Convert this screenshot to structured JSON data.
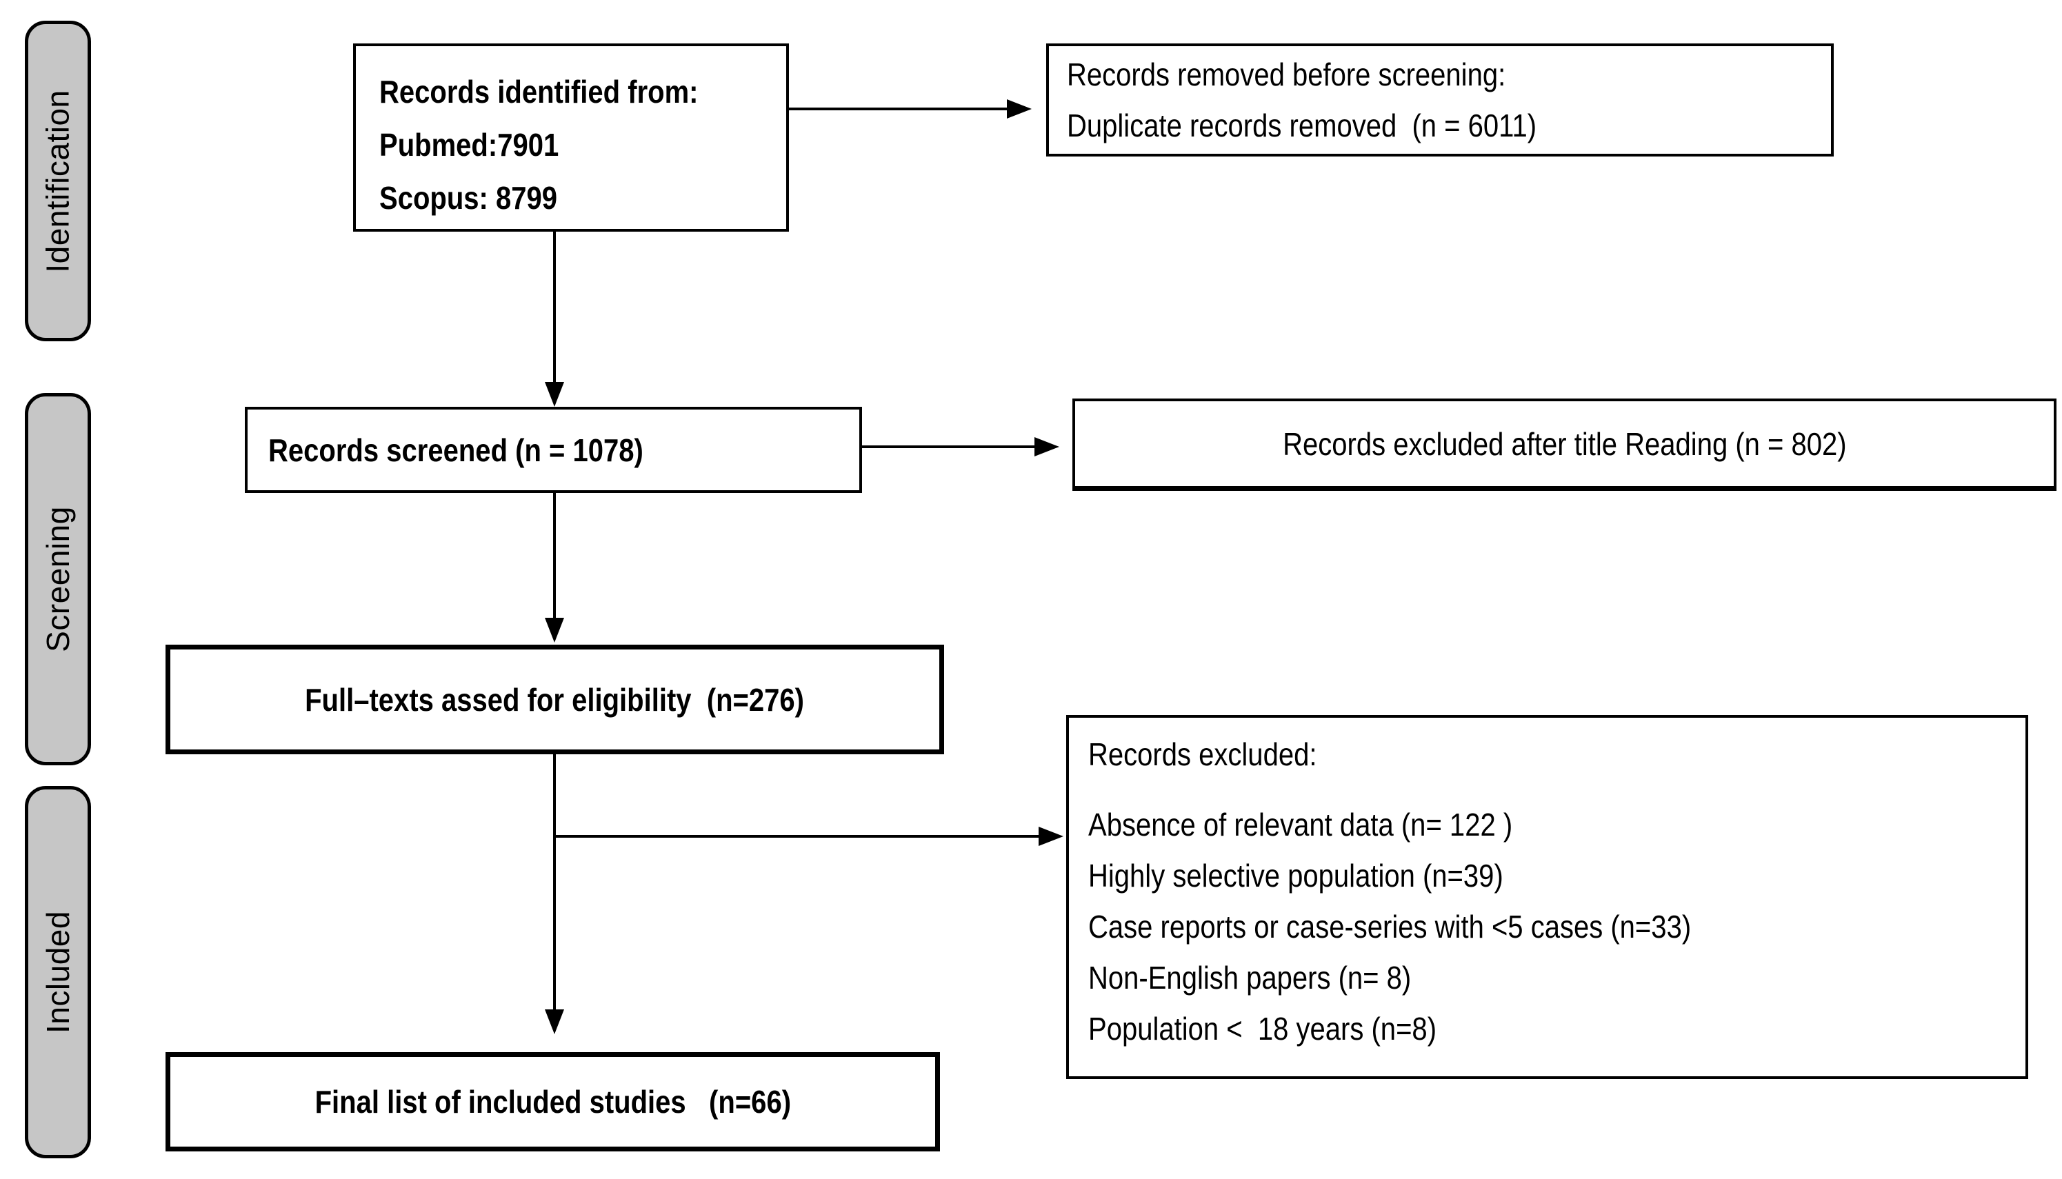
{
  "diagram": {
    "type": "prisma-flow",
    "stages": [
      {
        "label": "Identification"
      },
      {
        "label": "Screening"
      },
      {
        "label": "Included"
      }
    ],
    "boxes": {
      "identified": {
        "lines": [
          "Records identified from:",
          "Pubmed:7901",
          "Scopus: 8799"
        ]
      },
      "removed_before_screening": {
        "lines": [
          "Records removed before screening:",
          "Duplicate records removed  (n = 6011)"
        ]
      },
      "screened": {
        "text": "Records screened (n = 1078)"
      },
      "excluded_after_title": {
        "text": "Records excluded after title Reading (n = 802)"
      },
      "fulltext_assessed": {
        "text": "Full–texts assed for eligibility  (n=276)"
      },
      "excluded_reasons": {
        "title": "Records excluded:",
        "items": [
          "Absence of relevant data (n= 122 )",
          "Highly selective population (n=39)",
          "Case reports or case-series with <5 cases (n=33)",
          "Non-English papers (n= 8)",
          "Population <  18 years (n=8)"
        ]
      },
      "final_included": {
        "text": "Final list of included studies   (n=66)"
      }
    },
    "counts": {
      "pubmed": 7901,
      "scopus": 8799,
      "duplicates_removed": 6011,
      "screened": 1078,
      "excluded_title": 802,
      "fulltext_assessed": 276,
      "excluded_no_data": 122,
      "excluded_selective_population": 39,
      "excluded_case_reports": 33,
      "excluded_non_english": 8,
      "excluded_under_18": 8,
      "final_included": 66
    },
    "colors": {
      "background": "#ffffff",
      "box_fill": "#ffffff",
      "border": "#000000",
      "stage_tab_fill": "#c6c6c6",
      "text": "#000000"
    }
  }
}
